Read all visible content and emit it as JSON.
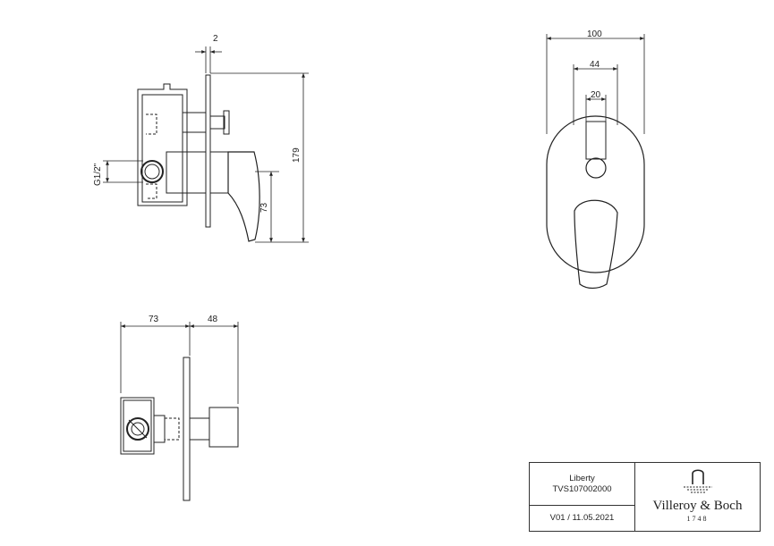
{
  "dimensions": {
    "side_thickness": "2",
    "side_height": "179",
    "side_handle_height": "73",
    "side_thread": "G1/2\"",
    "front_width": "100",
    "front_inner": "44",
    "front_small": "20",
    "bottom_body": "73",
    "bottom_projection": "48"
  },
  "title_block": {
    "product": "Liberty",
    "article": "TVS107002000",
    "revision": "V01 / 11.05.2021",
    "brand": "Villeroy & Boch",
    "year": "1748"
  }
}
